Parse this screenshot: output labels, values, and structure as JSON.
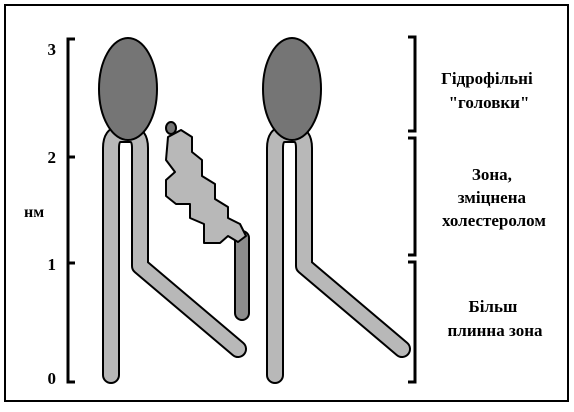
{
  "axis": {
    "unit": "нм",
    "ticks": [
      "3",
      "2",
      "1",
      "0"
    ]
  },
  "zones": [
    {
      "lines": [
        "Гідрофільні",
        "\"головки\""
      ]
    },
    {
      "lines": [
        "Зона,",
        "зміцнена",
        "холестеролом"
      ]
    },
    {
      "lines": [
        "Більш",
        "плинна зона"
      ]
    }
  ],
  "colors": {
    "head": "#757575",
    "tail": "#b8b8b8",
    "cholesterol_tail": "#8c8c8c",
    "outline": "#000000"
  }
}
